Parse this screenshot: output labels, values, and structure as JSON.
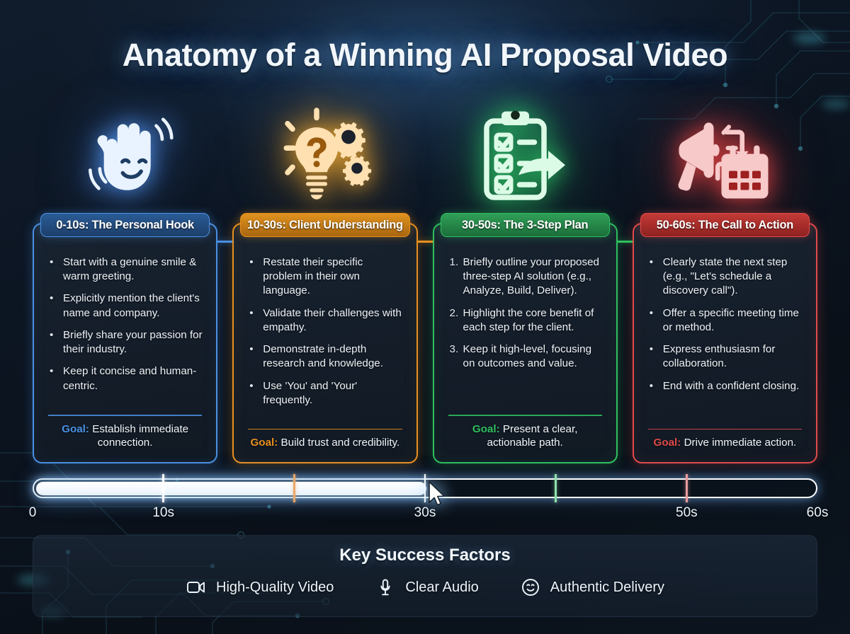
{
  "title": "Anatomy of a Winning AI Proposal Video",
  "colors": {
    "accent_blue": "#4a90e2",
    "accent_orange": "#e8901f",
    "accent_green": "#2fbf5f",
    "accent_red": "#e04a4a",
    "background": "#0c1522",
    "text": "#eef2f6"
  },
  "icons": [
    {
      "name": "waving-hand-icon",
      "color": "#e8f2ff"
    },
    {
      "name": "lightbulb-question-gears-icon",
      "color": "#ffd89a"
    },
    {
      "name": "clipboard-checklist-arrow-icon",
      "color": "#d8f7e2"
    },
    {
      "name": "megaphone-calendar-icon",
      "color": "#f9c6c6"
    }
  ],
  "cards": [
    {
      "header": "0-10s: The Personal Hook",
      "accent": "#4a90e2",
      "pill_from": "#2a5b95",
      "pill_to": "#1d3f6b",
      "list_type": "bullet",
      "items": [
        "Start with a genuine smile & warm greeting.",
        "Explicitly mention the client's name and company.",
        "Briefly share your passion for their industry.",
        "Keep it concise and human-centric."
      ],
      "goal_label": "Goal:",
      "goal_text": "Establish immediate connection."
    },
    {
      "header": "10-30s: Client Understanding",
      "accent": "#e8901f",
      "pill_from": "#e0921f",
      "pill_to": "#a9660f",
      "list_type": "bullet",
      "items": [
        "Restate their specific problem in their own language.",
        "Validate their challenges with empathy.",
        "Demonstrate in-depth research and knowledge.",
        "Use 'You' and 'Your' frequently."
      ],
      "goal_label": "Goal:",
      "goal_text": "Build trust and credibility."
    },
    {
      "header": "30-50s: The 3-Step Plan",
      "accent": "#2fbf5f",
      "pill_from": "#2f9f57",
      "pill_to": "#1c6e3a",
      "list_type": "number",
      "items": [
        "Briefly outline your proposed three-step AI solution (e.g., Analyze, Build, Deliver).",
        "Highlight the core benefit of each step for the client.",
        "Keep it high-level, focusing on outcomes and value."
      ],
      "goal_label": "Goal:",
      "goal_text": "Present a clear, actionable path."
    },
    {
      "header": "50-60s: The Call to Action",
      "accent": "#e04a4a",
      "pill_from": "#c23a36",
      "pill_to": "#8e2220",
      "list_type": "bullet",
      "items": [
        "Clearly state the next step (e.g., \"Let's schedule a discovery call\").",
        "Offer a specific meeting time or method.",
        "Express enthusiasm for collaboration.",
        "End with a confident closing."
      ],
      "goal_label": "Goal:",
      "goal_text": "Drive immediate action."
    }
  ],
  "timeline": {
    "min": 0,
    "max": 60,
    "progress_seconds": 30,
    "ticks": [
      {
        "at": 10,
        "label": "10s",
        "color": "#ffffff",
        "labeled": true
      },
      {
        "at": 20,
        "label": "",
        "color": "#e8a869",
        "labeled": false
      },
      {
        "at": 30,
        "label": "30s",
        "color": "#ffffff",
        "labeled": true
      },
      {
        "at": 40,
        "label": "",
        "color": "#8fdfab",
        "labeled": false
      },
      {
        "at": 50,
        "label": "50s",
        "color": "#e89b9b",
        "labeled": true
      }
    ],
    "edge_labels": [
      {
        "at": 0,
        "label": "0"
      },
      {
        "at": 60,
        "label": "60s"
      }
    ],
    "cursor_at": 30
  },
  "footer": {
    "title": "Key Success Factors",
    "factors": [
      {
        "icon": "video-camera-icon",
        "label": "High-Quality Video"
      },
      {
        "icon": "microphone-icon",
        "label": "Clear Audio"
      },
      {
        "icon": "smiley-face-icon",
        "label": "Authentic Delivery"
      }
    ]
  }
}
